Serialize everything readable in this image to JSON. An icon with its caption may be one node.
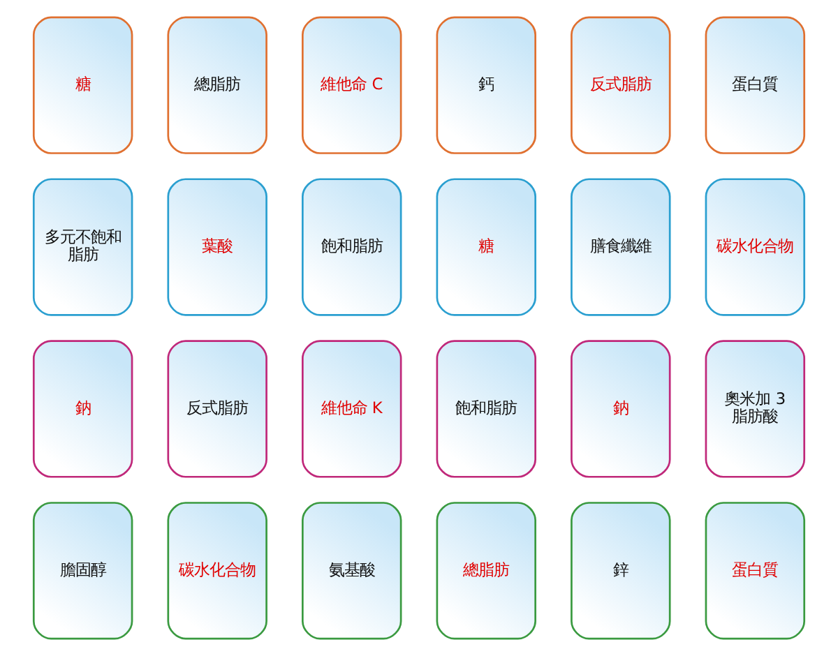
{
  "diagram": {
    "nodes": [
      {
        "text": [
          "糖"
        ]
      },
      {
        "text": [
          "總脂肪"
        ]
      },
      {
        "text": [
          "維他命 C"
        ]
      },
      {
        "text": [
          "鈣"
        ]
      },
      {
        "text": [
          "反式脂肪"
        ]
      },
      {
        "text": [
          "蛋白質"
        ]
      },
      {
        "text": [
          "多元不飽和脂肪"
        ]
      },
      {
        "text": [
          "葉酸"
        ]
      },
      {
        "text": [
          "飽和脂肪"
        ]
      },
      {
        "text": [
          "糖"
        ]
      },
      {
        "text": [
          "膳食纖維"
        ]
      },
      {
        "text": [
          "碳水化合物"
        ]
      },
      {
        "text": [
          "鈉"
        ]
      },
      {
        "text": [
          "反式脂肪"
        ]
      },
      {
        "text": [
          "維他命 K"
        ]
      },
      {
        "text": [
          "飽和脂肪"
        ]
      },
      {
        "text": [
          "鈉"
        ]
      },
      {
        "text": [
          "奧米加 3脂肪酸"
        ]
      },
      {
        "text": [
          "膽固醇"
        ]
      },
      {
        "text": [
          "碳水化合物"
        ]
      },
      {
        "text": [
          "氨基酸"
        ]
      },
      {
        "text": [
          "總脂肪"
        ]
      },
      {
        "text": [
          "鋅"
        ]
      },
      {
        "text": [
          "蛋白質"
        ]
      }
    ],
    "edges": []
  }
}
